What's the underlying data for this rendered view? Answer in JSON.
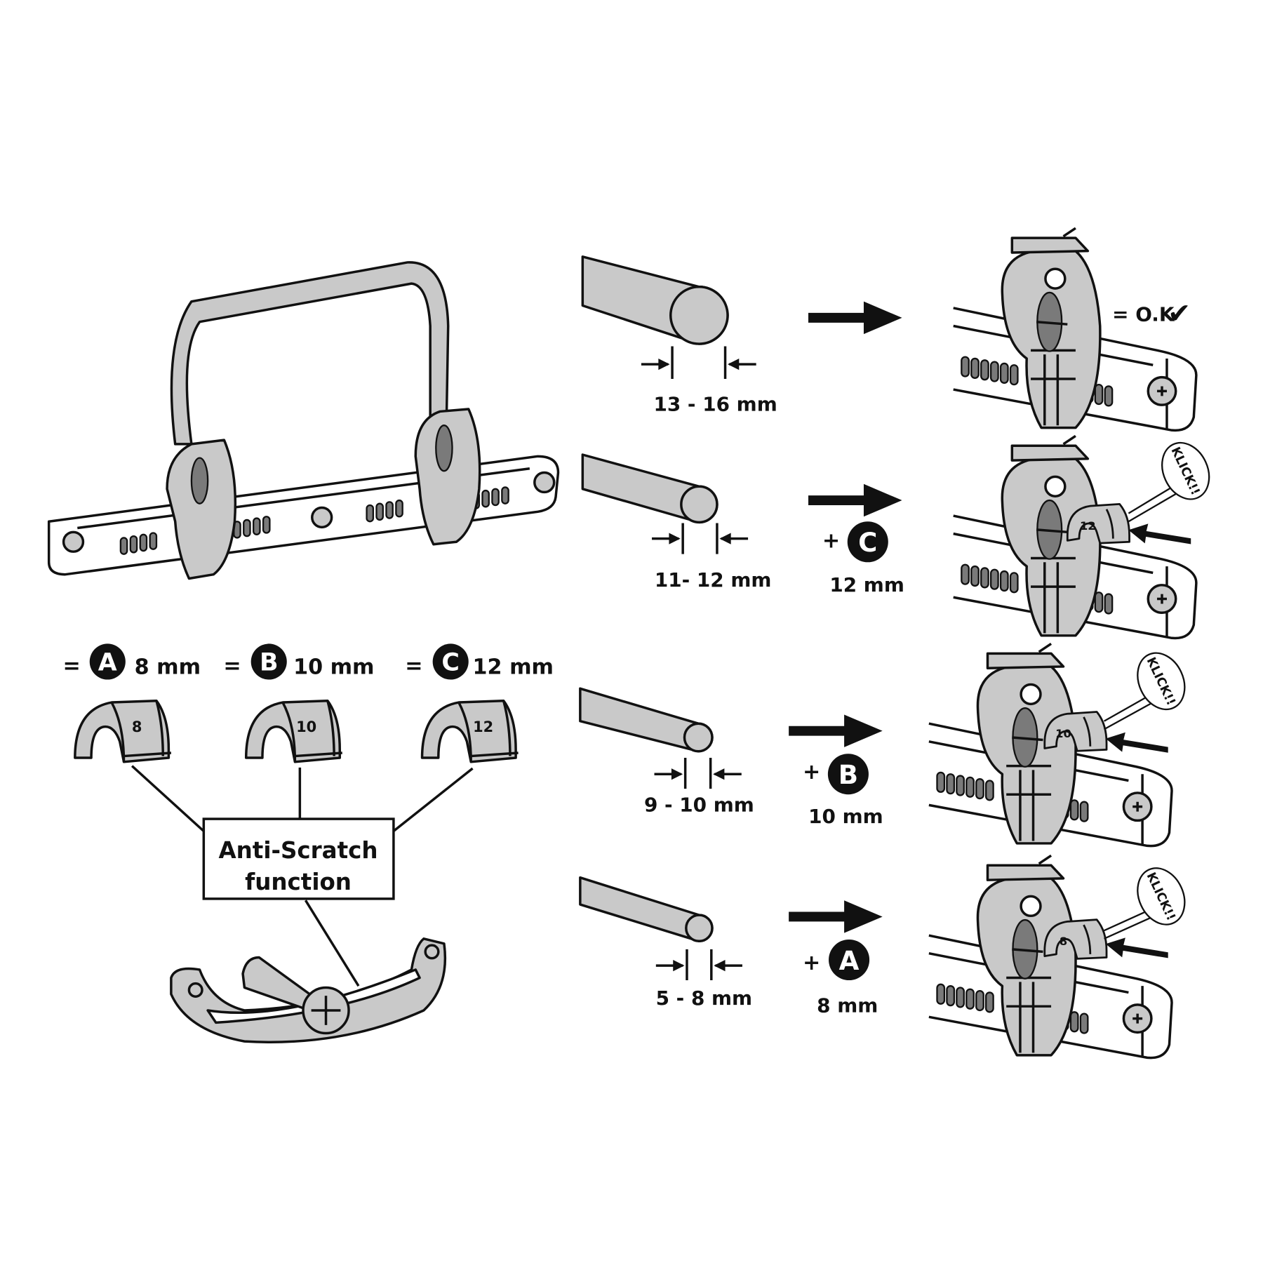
{
  "colors": {
    "part_gray": "#c9c9c9",
    "dark_gray": "#7a7a7a",
    "ink": "#111111",
    "background": "#ffffff"
  },
  "rows": [
    {
      "diameter": "13 - 16 mm",
      "result": "= O.K",
      "result_icon": "check-icon"
    },
    {
      "diameter": "11- 12 mm",
      "plus": "+",
      "insert": "C",
      "insert_size": "12 mm",
      "sound": "KLICK!!",
      "clip_number": "12"
    },
    {
      "diameter": "9 - 10 mm",
      "plus": "+",
      "insert": "B",
      "insert_size": "10 mm",
      "sound": "KLICK!!",
      "clip_number": "10"
    },
    {
      "diameter": "5 - 8 mm",
      "plus": "+",
      "insert": "A",
      "insert_size": "8 mm",
      "sound": "KLICK!!",
      "clip_number": "8"
    }
  ],
  "legend": [
    {
      "eq": "=",
      "letter": "A",
      "size": "8 mm",
      "clip_number": "8"
    },
    {
      "eq": "=",
      "letter": "B",
      "size": "10 mm",
      "clip_number": "10"
    },
    {
      "eq": "=",
      "letter": "C",
      "size": "12 mm",
      "clip_number": "12"
    }
  ],
  "callout": {
    "line1": "Anti-Scratch",
    "line2": "function"
  },
  "check_glyph": "✔"
}
